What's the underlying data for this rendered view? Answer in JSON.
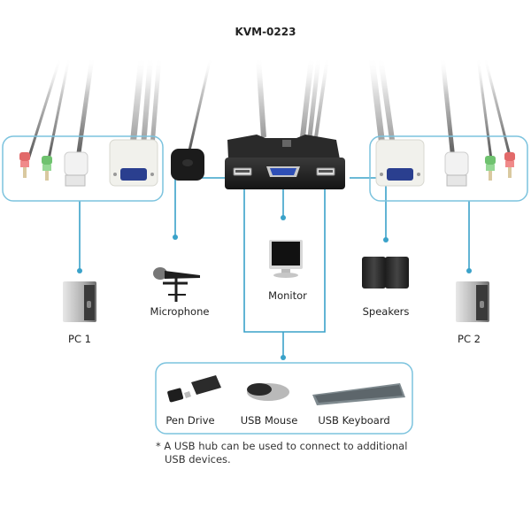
{
  "title": "KVM-0223",
  "accent_color": "#3aa2c9",
  "devices": {
    "pc1": {
      "label": "PC 1",
      "icon": "pc-tower-icon"
    },
    "pc2": {
      "label": "PC 2",
      "icon": "pc-tower-icon"
    },
    "microphone": {
      "label": "Microphone",
      "icon": "microphone-icon"
    },
    "monitor": {
      "label": "Monitor",
      "icon": "monitor-icon"
    },
    "speakers": {
      "label": "Speakers",
      "icon": "speakers-icon"
    },
    "kvm_switch": {
      "label": "",
      "icon": "kvm-switch-icon"
    },
    "remote_button": {
      "label": "",
      "icon": "remote-switch-button-icon"
    }
  },
  "usb_devices": [
    {
      "label": "Pen Drive",
      "icon": "usb-pen-drive-icon"
    },
    {
      "label": "USB Mouse",
      "icon": "usb-mouse-icon"
    },
    {
      "label": "USB Keyboard",
      "icon": "usb-keyboard-icon"
    }
  ],
  "cable_groups": {
    "left": [
      "red-audio-plug",
      "green-audio-plug",
      "usb-a-plug",
      "vga-plug"
    ],
    "right": [
      "vga-plug",
      "usb-a-plug",
      "green-audio-plug",
      "red-audio-plug"
    ]
  },
  "footnote": {
    "line1": "* A USB hub can be used to connect to additional",
    "line2": "USB devices."
  }
}
